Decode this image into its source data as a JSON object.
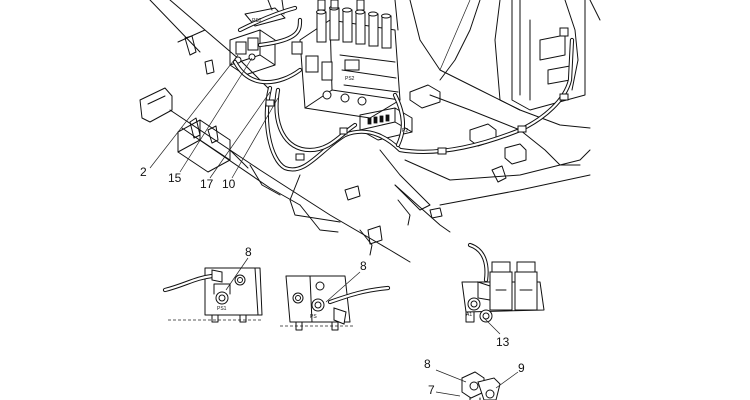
{
  "callouts": {
    "c2": "2",
    "c15": "15",
    "c17": "17",
    "c10": "10",
    "d1_8": "8",
    "d2_8": "8",
    "d3_13": "13",
    "d4_8": "8",
    "d4_9": "9",
    "d4_7": "7"
  },
  "port_labels": {
    "ps1": "PS1",
    "ps2": "PS2",
    "p2": "P2",
    "d1_ps1": "PS1",
    "d2_ps": "PS",
    "d3_a1": "A1"
  }
}
